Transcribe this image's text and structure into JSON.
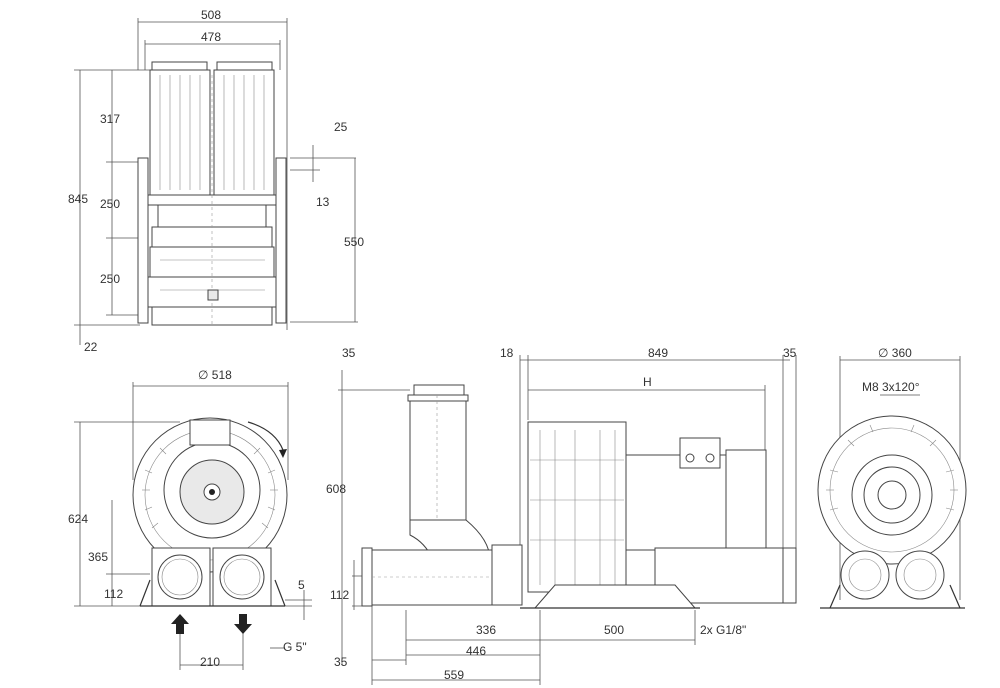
{
  "top_view": {
    "width_outer": "508",
    "width_inner": "478",
    "h_317": "317",
    "h_845": "845",
    "h_250a": "250",
    "h_250b": "250",
    "dim_25": "25",
    "dim_13": "13",
    "dim_550": "550",
    "dim_22": "22"
  },
  "front_view": {
    "diameter": "518",
    "h_624": "624",
    "h_365": "365",
    "h_112": "112",
    "dim_5": "5",
    "dim_210": "210",
    "thread": "G 5\""
  },
  "side_view": {
    "dim_35_top": "35",
    "h_608": "608",
    "h_112": "112",
    "dim_35_bottom": "35",
    "dim_18": "18",
    "dim_849": "849",
    "dim_35_right": "35",
    "dim_H": "H",
    "dim_336": "336",
    "dim_500": "500",
    "dim_446": "446",
    "dim_559": "559",
    "ports": "2x G1/8\""
  },
  "end_view": {
    "diameter": "360",
    "bolt_pattern": "M8 3x120°"
  },
  "icons": {
    "flow_in": "arrow-up-icon",
    "flow_out": "arrow-down-icon",
    "rotation": "rotation-arrow-icon",
    "diameter_symbol": "diameter-icon"
  }
}
